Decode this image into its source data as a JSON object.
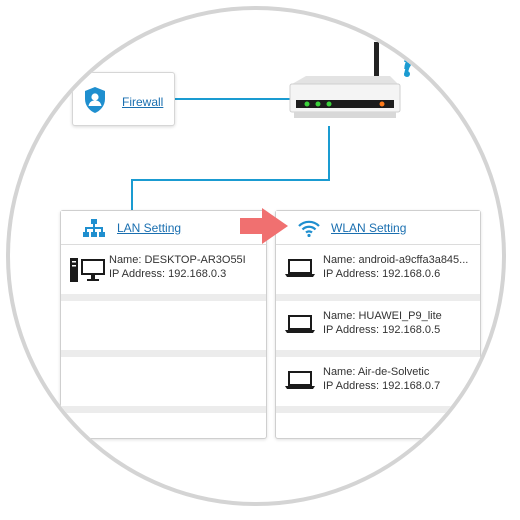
{
  "firewall": {
    "label": "Firewall"
  },
  "lan": {
    "title": "LAN Setting",
    "devices": [
      {
        "name": "Name: DESKTOP-AR3O55I",
        "ip": "IP Address: 192.168.0.3"
      }
    ]
  },
  "wlan": {
    "title": "WLAN Setting",
    "devices": [
      {
        "name": "Name: android-a9cffa3a845...",
        "ip": "IP Address: 192.168.0.6"
      },
      {
        "name": "Name: HUAWEI_P9_lite",
        "ip": "IP Address: 192.168.0.5"
      },
      {
        "name": "Name: Air-de-Solvetic",
        "ip": "IP Address: 192.168.0.7"
      }
    ]
  },
  "colors": {
    "link": "#1a6fb0",
    "connector": "#1a9bd1",
    "arrow": "#f07070",
    "router_led_green": "#3bd23b",
    "router_led_orange": "#ff7a1a"
  },
  "icons": [
    "shield-user-icon",
    "router-icon",
    "wifi-signal-icon",
    "network-icon",
    "wifi-icon",
    "desktop-computer-icon",
    "laptop-icon",
    "arrow-right-icon"
  ]
}
